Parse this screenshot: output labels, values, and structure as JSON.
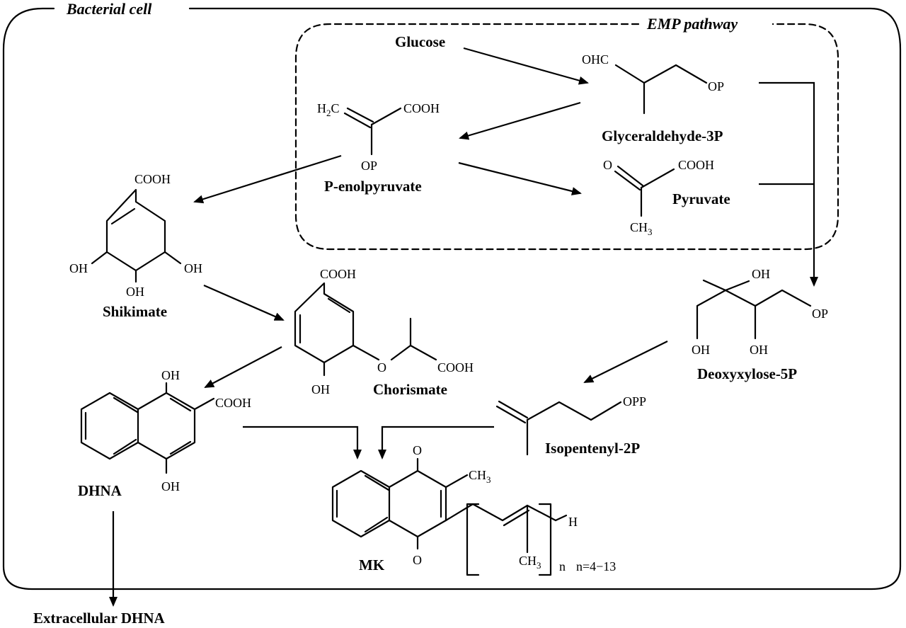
{
  "cell": {
    "title": "Bacterial cell"
  },
  "emp": {
    "title": "EMP pathway"
  },
  "compounds": {
    "glucose": "Glucose",
    "g3p": "Glyceraldehyde-3P",
    "pep": "P-enolpyruvate",
    "pyruvate": "Pyruvate",
    "shikimate": "Shikimate",
    "chorismate": "Chorismate",
    "dxp": "Deoxyxylose-5P",
    "ipp": "Isopentenyl-2P",
    "dhna": "DHNA",
    "mk": "MK",
    "extracellular": "Extracellular DHNA"
  },
  "groups": {
    "ohc": "OHC",
    "op": "OP",
    "opp": "OPP",
    "cooh": "COOH",
    "oh": "OH",
    "h2c": "H",
    "h2c_sub": "2",
    "h2c_c": "C",
    "ch": "CH",
    "ch_sub": "3",
    "o": "O",
    "h": "H",
    "n": "n",
    "n_range": "n=4−13"
  }
}
